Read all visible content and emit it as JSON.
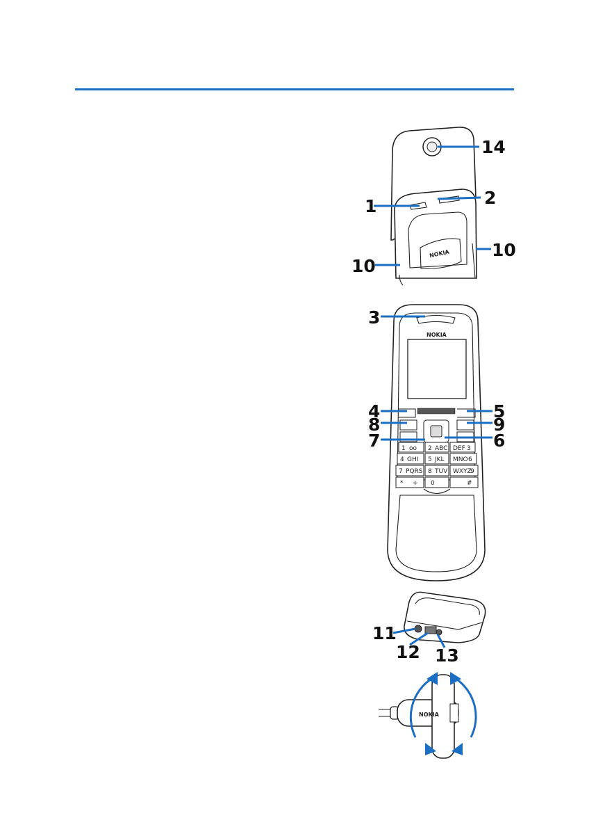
{
  "diagram": {
    "callouts": {
      "c14": "14",
      "c1": "1",
      "c2": "2",
      "c10a": "10",
      "c10b": "10",
      "c3": "3",
      "c4": "4",
      "c5": "5",
      "c8": "8",
      "c9": "9",
      "c7": "7",
      "c6": "6",
      "c11": "11",
      "c12": "12",
      "c13": "13"
    },
    "brand": "NOKIA",
    "keypad": [
      {
        "digit": "1",
        "letters": "oo"
      },
      {
        "digit": "2",
        "letters": "ABC"
      },
      {
        "digit": "3",
        "letters": "DEF"
      },
      {
        "digit": "4",
        "letters": "GHI"
      },
      {
        "digit": "5",
        "letters": "JKL"
      },
      {
        "digit": "6",
        "letters": "MNO"
      },
      {
        "digit": "7",
        "letters": "PQRS"
      },
      {
        "digit": "8",
        "letters": "TUV"
      },
      {
        "digit": "9",
        "letters": "WXYZ"
      },
      {
        "digit": "*",
        "letters": "+"
      },
      {
        "digit": "0",
        "letters": ""
      },
      {
        "digit": "#",
        "letters": ""
      }
    ],
    "colors": {
      "accent": "#1b6ec2",
      "line": "#222222"
    }
  }
}
